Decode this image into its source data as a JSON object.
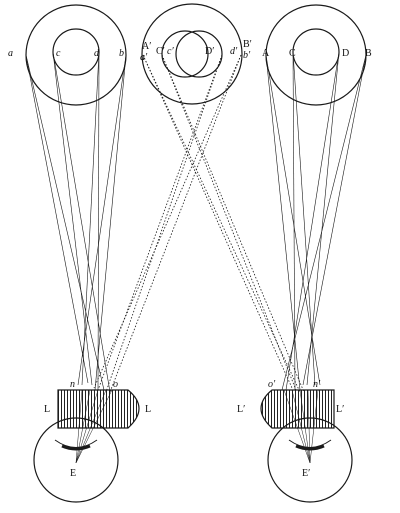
{
  "figure": {
    "left_circles": {
      "a": "a",
      "b": "b",
      "c": "c",
      "d": "d"
    },
    "middle_circles": {
      "A": "A′",
      "a": "a′",
      "C": "C′",
      "c": "c′",
      "D": "D′",
      "d": "d′",
      "B": "B′",
      "b": "b′"
    },
    "right_circles": {
      "A": "A",
      "C": "C",
      "D": "D",
      "B": "B"
    },
    "left_lens": {
      "n": "n",
      "o": "o",
      "L_left": "L",
      "L_right": "L"
    },
    "right_lens": {
      "o": "o′",
      "n": "n′",
      "L_left": "L′",
      "L_right": "L′"
    },
    "eyes": {
      "left": "E",
      "right": "E′"
    },
    "colors": {
      "ink": "#1a1a1a",
      "paper": "#ffffff"
    }
  }
}
